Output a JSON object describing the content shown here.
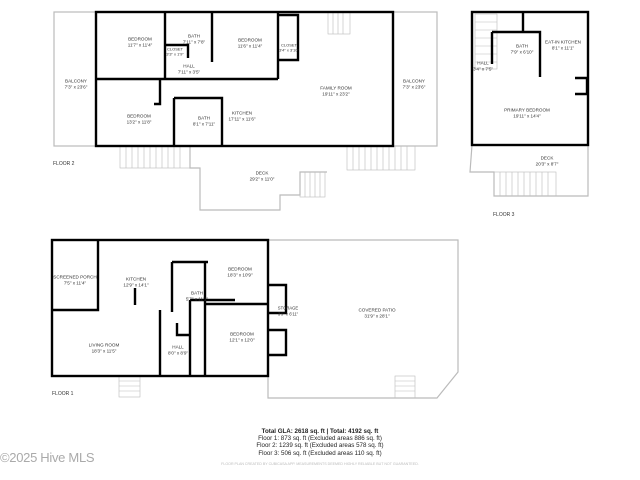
{
  "floors": [
    {
      "label": "FLOOR 2",
      "rooms": [
        {
          "name": "BEDROOM",
          "dims": "11'7\" x 11'4\""
        },
        {
          "name": "BATH",
          "dims": "7'11\" x 7'8\""
        },
        {
          "name": "CLOSET",
          "dims": "3'3\" x 1'9\""
        },
        {
          "name": "HALL",
          "dims": "7'11\" x 3'5\""
        },
        {
          "name": "BEDROOM",
          "dims": "11'6\" x 11'4\""
        },
        {
          "name": "CLOSET",
          "dims": "3'4\" x 3'10\""
        },
        {
          "name": "BALCONY",
          "dims": "7'3\" x 23'6\""
        },
        {
          "name": "BEDROOM",
          "dims": "13'2\" x 11'8\""
        },
        {
          "name": "BATH",
          "dims": "8'1\" x 7'11\""
        },
        {
          "name": "KITCHEN",
          "dims": "17'11\" x 11'6\""
        },
        {
          "name": "FAMILY ROOM",
          "dims": "19'11\" x 23'2\""
        },
        {
          "name": "BALCONY",
          "dims": "7'3\" x 23'6\""
        },
        {
          "name": "DECK",
          "dims": "29'2\" x 11'0\""
        }
      ]
    },
    {
      "label": "FLOOR 3",
      "rooms": [
        {
          "name": "BATH",
          "dims": "7'9\" x 6'10\""
        },
        {
          "name": "EAT-IN KITCHEN",
          "dims": "8'1\" x 11'1\""
        },
        {
          "name": "HALL",
          "dims": "3'4\" x 7'5\""
        },
        {
          "name": "PRIMARY BEDROOM",
          "dims": "19'11\" x 14'4\""
        },
        {
          "name": "DECK",
          "dims": "20'3\" x 8'7\""
        }
      ]
    },
    {
      "label": "FLOOR 1",
      "rooms": [
        {
          "name": "SCREENED PORCH",
          "dims": "7'5\" x 11'4\""
        },
        {
          "name": "KITCHEN",
          "dims": "12'9\" x 14'1\""
        },
        {
          "name": "BATH",
          "dims": "5'7\" x 11'1\""
        },
        {
          "name": "BEDROOM",
          "dims": "18'3\" x 10'9\""
        },
        {
          "name": "BEDROOM",
          "dims": "12'1\" x 12'0\""
        },
        {
          "name": "LIVING ROOM",
          "dims": "18'3\" x 11'5\""
        },
        {
          "name": "HALL",
          "dims": "8'0\" x 8'9\""
        },
        {
          "name": "STORAGE",
          "dims": "3'9\" x 6'11\""
        },
        {
          "name": "COVERED PATIO",
          "dims": "31'9\" x 28'1\""
        }
      ]
    }
  ],
  "summary": {
    "total": "Total GLA: 2618 sq. ft | Total: 4192 sq. ft",
    "lines": [
      "Floor 1: 873 sq. ft (Excluded areas 886 sq. ft)",
      "Floor 2: 1239 sq. ft (Excluded areas 578 sq. ft)",
      "Floor 3: 506 sq. ft (Excluded areas 110 sq. ft)"
    ],
    "disclaimer": "FLOOR PLAN CREATED BY CUBICASA APP. MEASUREMENTS DEEMED HIGHLY RELIABLE BUT NOT GUARANTEED."
  },
  "watermark": "©2025 Hive MLS",
  "colors": {
    "wall": "#000000",
    "outline": "#bbbbbb",
    "window": "#dddddd"
  }
}
